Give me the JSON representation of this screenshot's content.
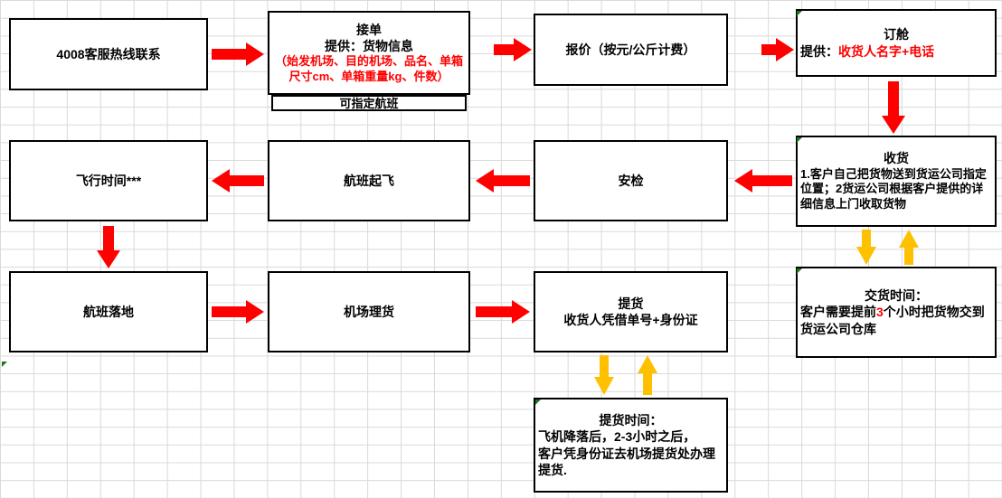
{
  "colors": {
    "arrow_red": "#ff0000",
    "arrow_yellow": "#ffc000",
    "box_border": "#000000",
    "grid": "#d9d9d9",
    "red_text": "#ff0000",
    "green_marker": "#1a7a1a"
  },
  "boxes": {
    "hotline": {
      "title": "4008客服热线联系"
    },
    "order": {
      "title": "接单",
      "line2": "提供：货物信息",
      "red_text": "（始发机场、目的机场、品名、单箱尺寸cm、单箱重量kg、件数）",
      "sub": "可指定航班"
    },
    "quote": {
      "title": "报价（按元/公斤计费）"
    },
    "booking": {
      "title": "订舱",
      "label": "提供：",
      "red_text": "收货人名字+电话"
    },
    "receive": {
      "title": "收货",
      "body": "1.客户自己把货物送到货运公司指定位置；2货运公司根据客户提供的详细信息上门收取货物"
    },
    "security": {
      "title": "安检"
    },
    "takeoff": {
      "title": "航班起飞"
    },
    "flight_time": {
      "title": "飞行时间***"
    },
    "landing": {
      "title": "航班落地"
    },
    "tally": {
      "title": "机场理货"
    },
    "pickup": {
      "title": "提货",
      "line2": "收货人凭借单号+身份证"
    },
    "delivery_time": {
      "title": "交货时间：",
      "body_pre": "客户需要提前",
      "body_red": "3",
      "body_post": "个小时把货物交到货运公司仓库"
    },
    "pickup_time": {
      "title": "提货时间：",
      "line2": "飞机降落后，2-3小时之后，",
      "line3": "客户凭身份证去机场提货处办理提货."
    }
  }
}
